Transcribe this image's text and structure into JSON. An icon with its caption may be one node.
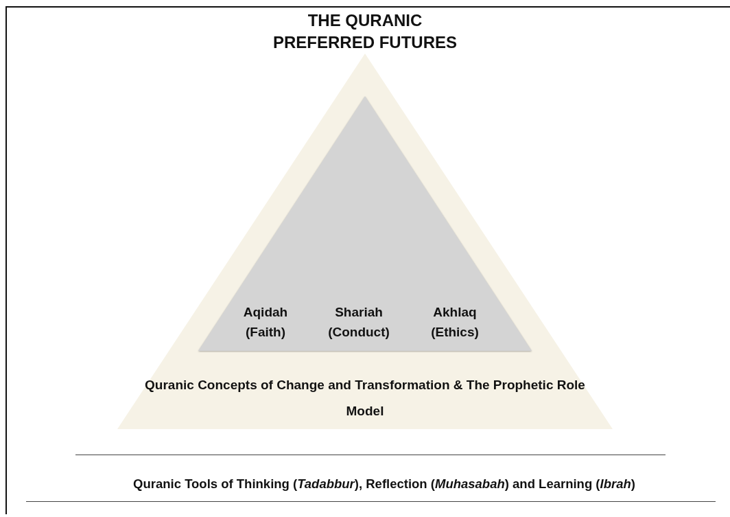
{
  "diagram": {
    "title": "THE QURANIC PREFERRED FUTURES",
    "nodes": [
      {
        "text": [
          "Quranic Concepts of Change and Transformation & The Prophetic Role Model"
        ]
      },
      {
        "text": [
          "Aqidah (Faith)",
          "Shariah (Conduct)",
          "Akhlaq (Ethics)"
        ],
        "in": 0
      }
    ],
    "edges": [],
    "labels": [
      "Quranic Tools of Thinking (*Tadabbur*), Reflection (*Muhasabah*) and Learning (*Ibrah*)"
    ]
  }
}
